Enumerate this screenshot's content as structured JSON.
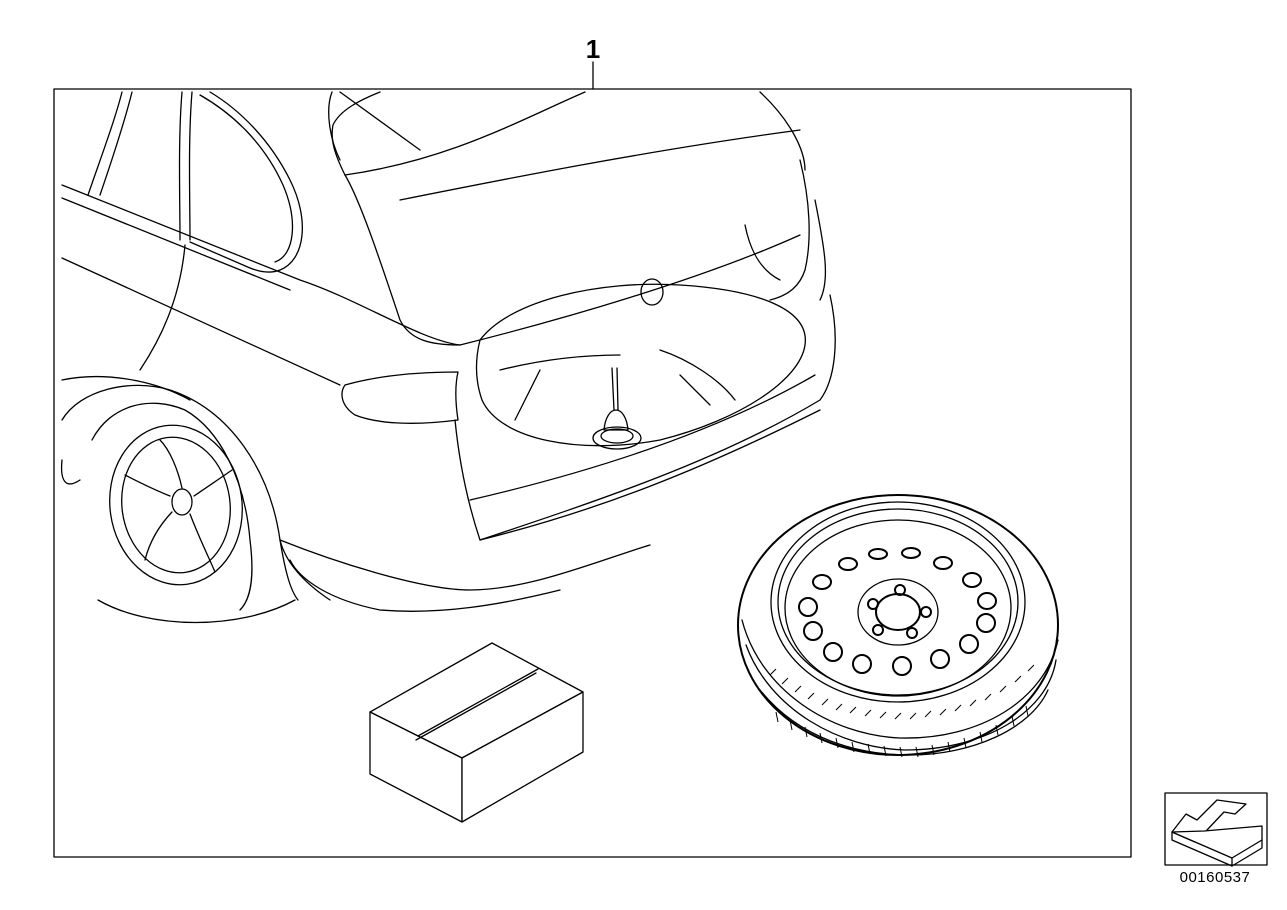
{
  "diagram": {
    "callout_label": "1",
    "document_id": "00160537",
    "parts": [
      {
        "callout": "1",
        "name": "vehicle-rear-view-icon"
      },
      {
        "name": "spare-wheel-icon"
      },
      {
        "name": "parts-box-icon"
      }
    ],
    "nav_icon": "arrow-orientation-icon",
    "colors": {
      "line": "#000000",
      "background": "#ffffff"
    }
  }
}
